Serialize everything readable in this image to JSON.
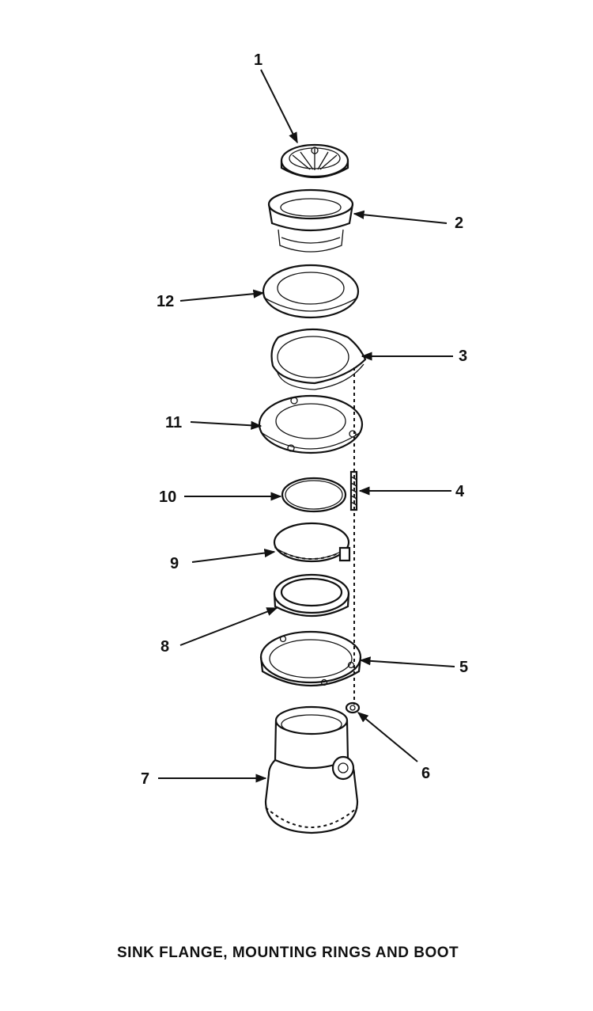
{
  "caption": "SINK FLANGE, MOUNTING RINGS AND BOOT",
  "callouts": {
    "c1": "1",
    "c2": "2",
    "c3": "3",
    "c4": "4",
    "c5": "5",
    "c6": "6",
    "c7": "7",
    "c8": "8",
    "c9": "9",
    "c10": "10",
    "c11": "11",
    "c12": "12"
  }
}
